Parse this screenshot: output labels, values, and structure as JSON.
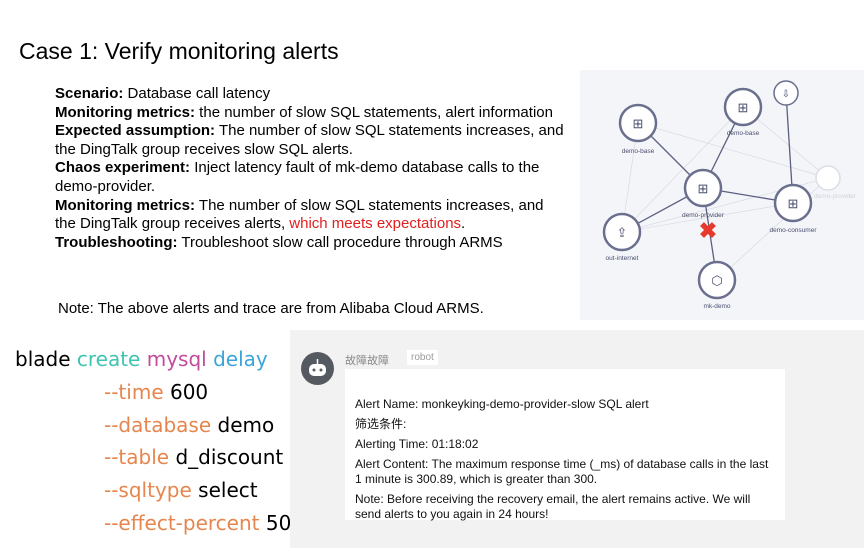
{
  "title": "Case 1: Verify monitoring alerts",
  "info": [
    {
      "label": "Scenario:",
      "text": " Database call latency"
    },
    {
      "label": "Monitoring metrics:",
      "text": " the number of slow SQL statements, alert information"
    },
    {
      "label": "Expected assumption:",
      "text": " The number of slow SQL statements increases, and the DingTalk group receives slow SQL alerts."
    },
    {
      "label": "Chaos experiment:",
      "text": " Inject latency fault of mk-demo database calls to the demo-provider."
    },
    {
      "label": "Monitoring metrics:",
      "text": " The number of slow SQL statements increases, and the DingTalk group receives alerts, ",
      "red": "which meets expectations",
      "tail": "."
    },
    {
      "label": "Troubleshooting:",
      "text": " Troubleshoot slow call procedure through ARMS"
    }
  ],
  "note": "Note: The above alerts and trace are from Alibaba Cloud ARMS.",
  "graph": {
    "nodes": [
      "demo-base",
      "demo-base",
      "demo-provider",
      "demo-consumer",
      "out-internet",
      "mk-demo",
      "demo-provider"
    ]
  },
  "command": {
    "blade": "blade",
    "create": "create",
    "mysql": "mysql",
    "delay": "delay",
    "flags": [
      {
        "flag": "--time",
        "value": "600"
      },
      {
        "flag": "--database",
        "value": "demo"
      },
      {
        "flag": "--table",
        "value": "d_discount"
      },
      {
        "flag": "--sqltype",
        "value": "select"
      },
      {
        "flag": "--effect-percent",
        "value": "50"
      }
    ]
  },
  "chat": {
    "sender": "故障故障",
    "tag": "robot",
    "lines": [
      "Alert Name: monkeyking-demo-provider-slow SQL alert",
      "筛选条件:",
      "Alerting Time: 01:18:02",
      "Alert Content: The maximum response time (_ms) of database calls in the last 1 minute is 300.89, which is greater than 300.",
      "Note: Before receiving the recovery email, the alert remains active. We will send alerts to you again in 24 hours!"
    ]
  }
}
